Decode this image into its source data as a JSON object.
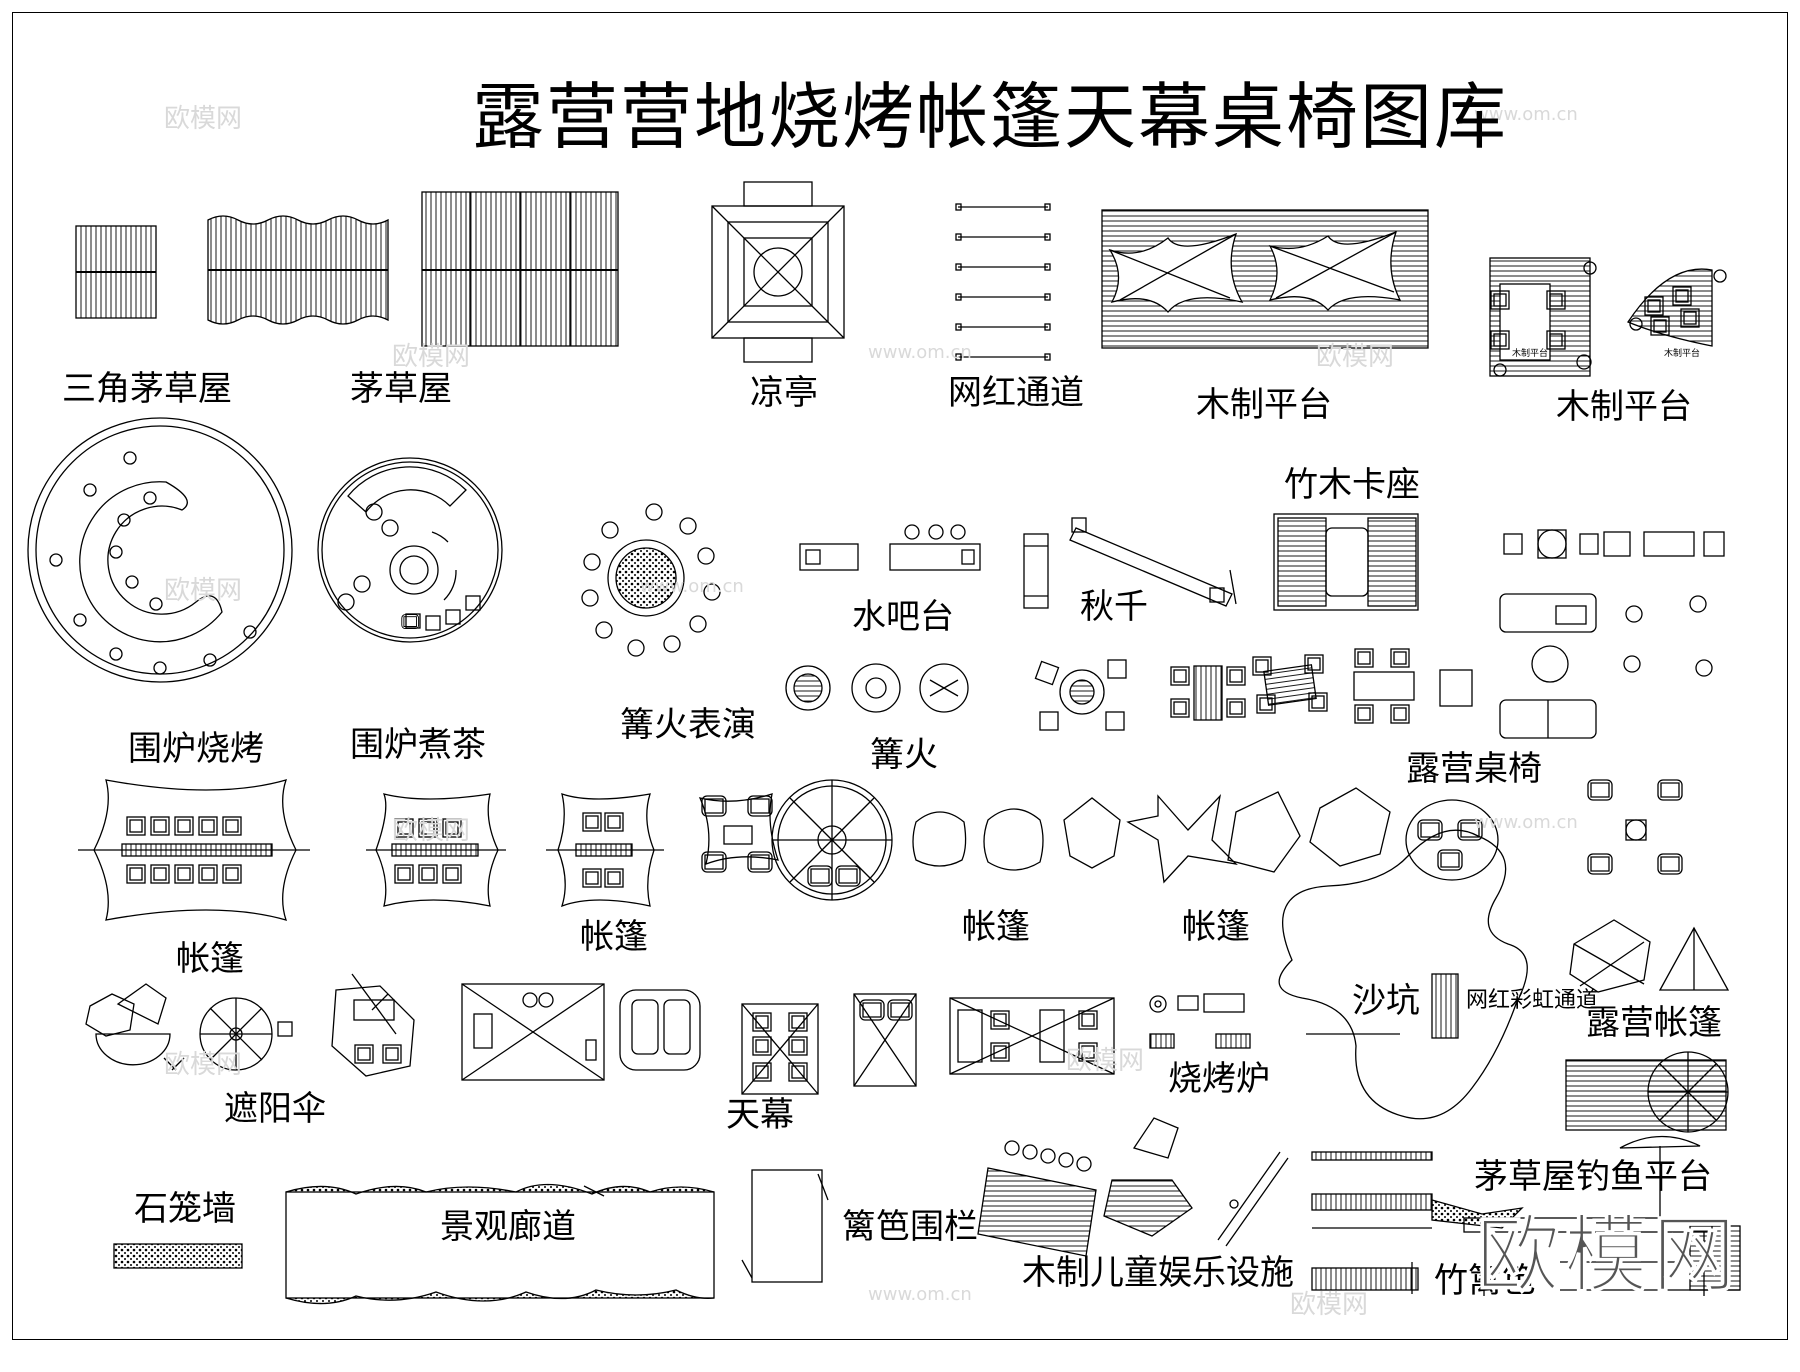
{
  "title": "露营营地烧烤帐篷天幕桌椅图库",
  "watermark": {
    "logo": "欧模网",
    "url": "www.om.cn",
    "brand_mark": "欧模网"
  },
  "labels": {
    "triangle_thatch_hut": "三角茅草屋",
    "thatch_hut": "茅草屋",
    "pavilion": "凉亭",
    "influencer_path": "网红通道",
    "wood_platform_1": "木制平台",
    "wood_platform_2": "木制平台",
    "stove_bbq": "围炉烧烤",
    "stove_tea": "围炉煮茶",
    "bonfire_show": "篝火表演",
    "water_bar": "水吧台",
    "swing": "秋千",
    "bamboo_booth": "竹木卡座",
    "bonfire": "篝火",
    "camp_table_chairs": "露营桌椅",
    "tent_1": "帐篷",
    "tent_2": "帐篷",
    "tent_3": "帐篷",
    "tent_4": "帐篷",
    "sand_pit": "沙坑",
    "rainbow_path": "网红彩虹通道",
    "camp_tent": "露营帐篷",
    "parasol": "遮阳伞",
    "canopy": "天幕",
    "bbq_grill": "烧烤炉",
    "gabion_wall": "石笼墙",
    "landscape_corridor": "景观廊道",
    "fence": "篱笆围栏",
    "kids_play": "木制儿童娱乐设施",
    "thatch_fishing": "茅草屋钓鱼平台",
    "bamboo_fence": "竹篱笆"
  },
  "small_text": {
    "platform_note_1": "木制平台",
    "platform_note_2": "木制平台"
  }
}
